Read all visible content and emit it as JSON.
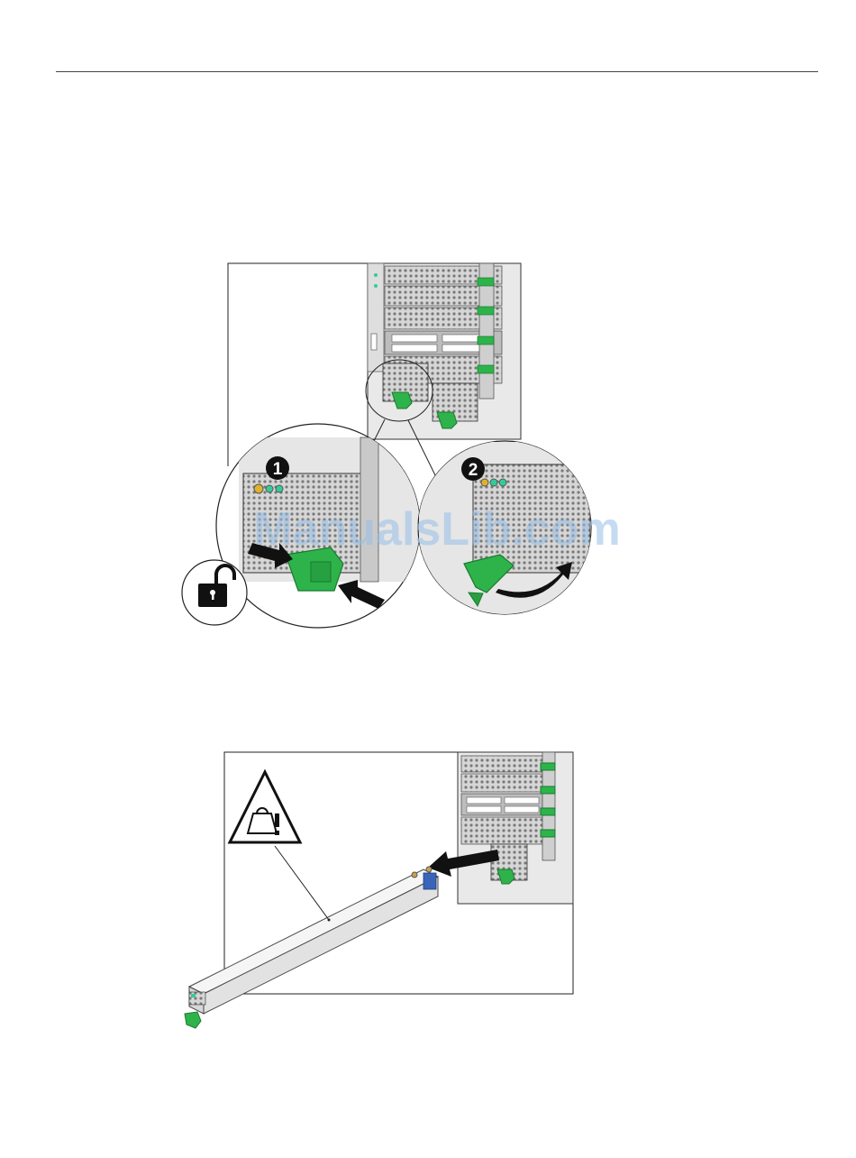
{
  "document": {
    "figure1": {
      "step1_label": "1",
      "step2_label": "2",
      "unlock_symbol": "unlock-icon"
    },
    "figure2": {
      "warning_symbol": "heavy-weight-warning-icon"
    },
    "watermark": "ManualsLib.com"
  },
  "colors": {
    "latch_green": "#2db34a",
    "dark_green": "#1a7a2e",
    "chassis_gray": "#c8c8c8",
    "arrow_black": "#111111",
    "watermark_blue": "#a6c8ea"
  }
}
